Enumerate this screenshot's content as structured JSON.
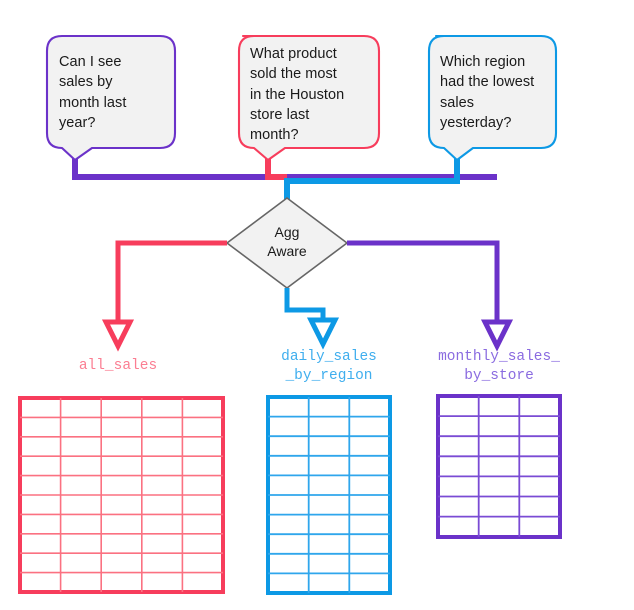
{
  "diagram": {
    "title": "Agg Aware query routing diagram",
    "colors": {
      "purple": "#6B32C9",
      "pink": "#F73D5C",
      "blue": "#0D99E5",
      "label_pink": "#FB7E92",
      "label_blue": "#3FAEEE",
      "label_purple": "#8A6BE0",
      "bubble_fill": "#F2F2F2",
      "diamond_fill": "#F2F2F2",
      "diamond_stroke": "#666666",
      "text": "#1a1a1a",
      "background": "#ffffff"
    },
    "questions": [
      {
        "id": "question-month-last-year",
        "text": "Can I see\nsales by\nmonth last\nyear?",
        "color": "#6B32C9",
        "routes_to": "monthly_sales_by_store"
      },
      {
        "id": "question-houston-product",
        "text": "What product\nsold the most\nin the Houston\nstore last\nmonth?",
        "color": "#F73D5C",
        "routes_to": "all_sales"
      },
      {
        "id": "question-lowest-region",
        "text": "Which region\nhad the lowest\nsales\nyesterday?",
        "color": "#0D99E5",
        "routes_to": "daily_sales_by_region"
      }
    ],
    "router": {
      "id": "agg-aware-node",
      "label": "Agg\nAware",
      "shape": "diamond"
    },
    "tables": [
      {
        "id": "table-all-sales",
        "name": "all_sales",
        "label": "all_sales",
        "color": "#F73D5C",
        "label_color": "#FB7E92",
        "columns": 5,
        "rows": 10
      },
      {
        "id": "table-daily-sales-by-region",
        "name": "daily_sales_by_region",
        "label": "daily_sales\n_by_region",
        "color": "#0D99E5",
        "label_color": "#3FAEEE",
        "columns": 3,
        "rows": 10
      },
      {
        "id": "table-monthly-sales-by-store",
        "name": "monthly_sales_by_store",
        "label": "monthly_sales_\nby_store",
        "color": "#6B32C9",
        "label_color": "#8A6BE0",
        "columns": 3,
        "rows": 7
      }
    ]
  }
}
